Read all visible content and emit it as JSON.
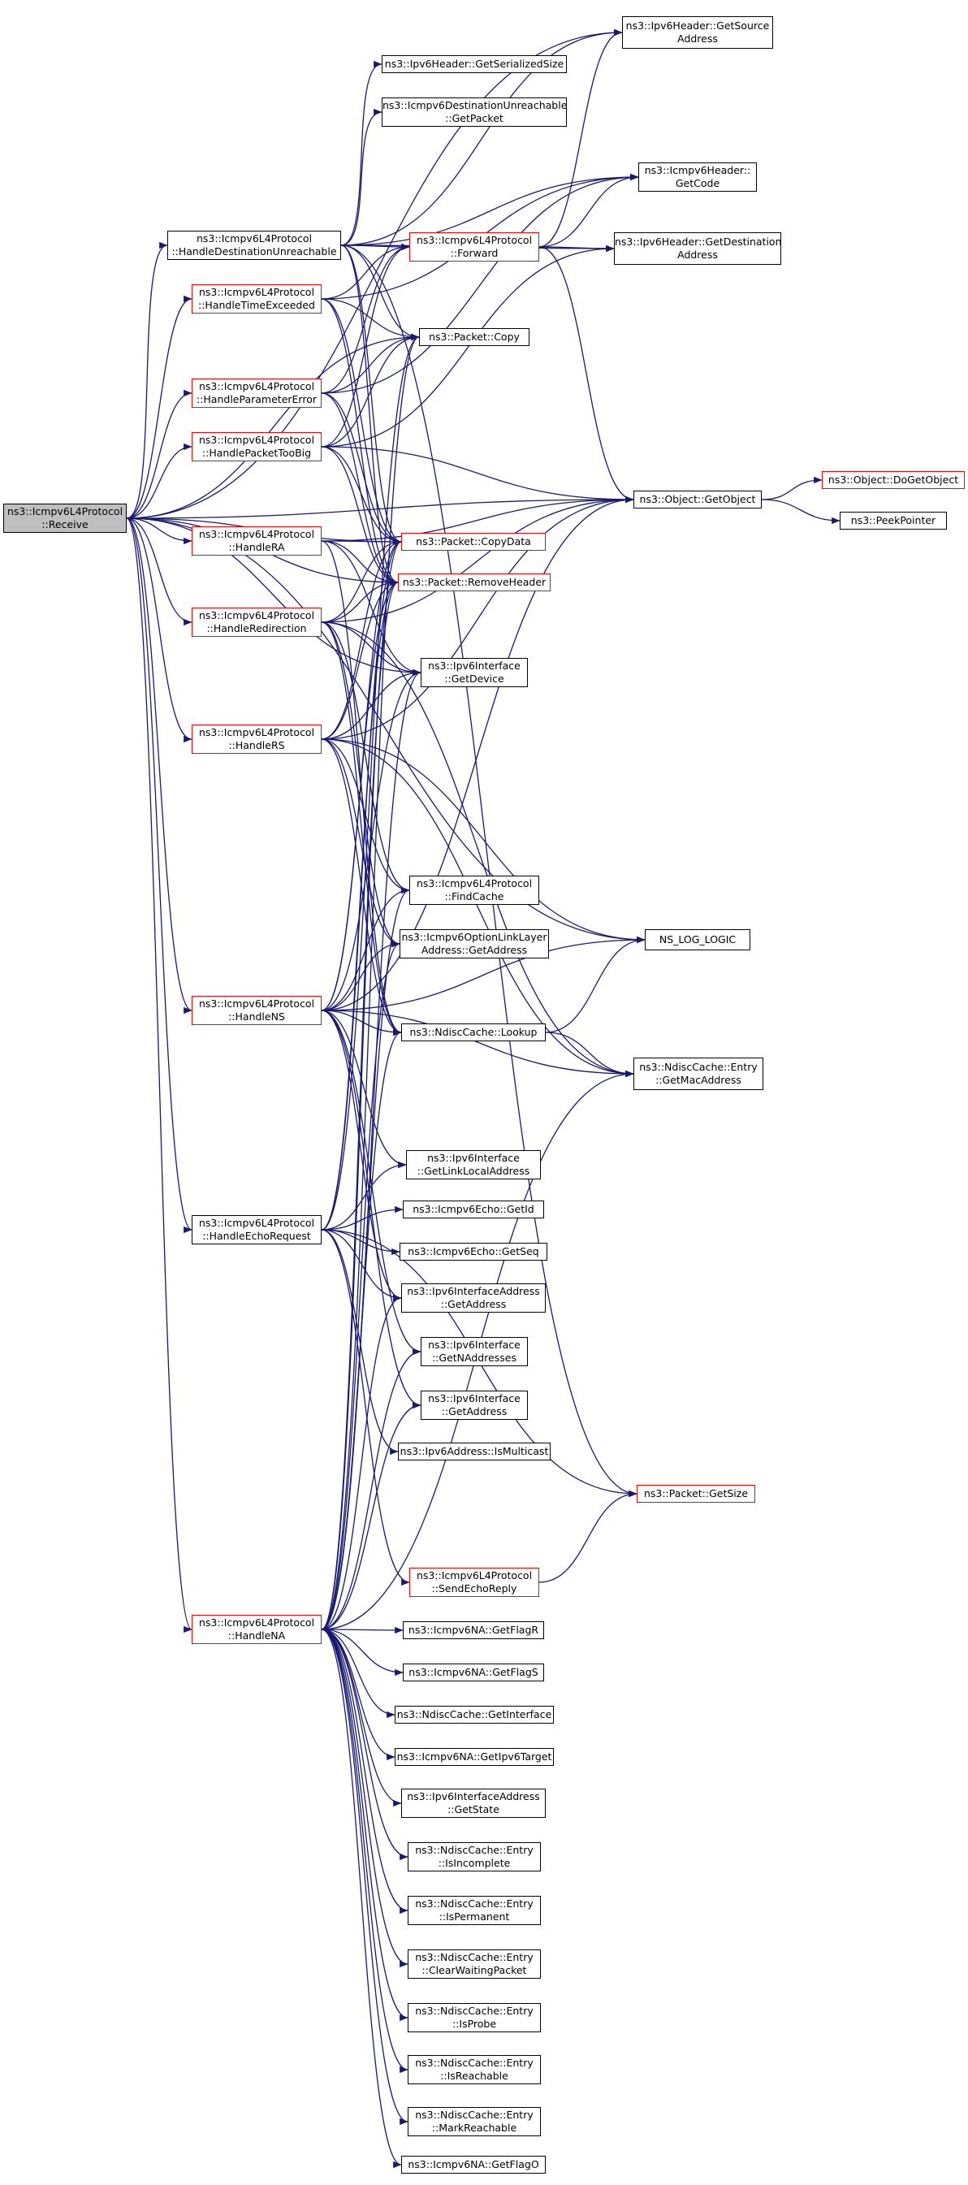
{
  "colors": {
    "edge": "#191970",
    "border": "#000000",
    "border_incomplete": "#ff0000",
    "root_fill": "#bfbfbf"
  },
  "root": "receive",
  "nodes": [
    {
      "id": "receive",
      "lines": [
        "ns3::Icmpv6L4Protocol",
        "::Receive"
      ],
      "style": "root"
    },
    {
      "id": "hdu",
      "lines": [
        "ns3::Icmpv6L4Protocol",
        "::HandleDestinationUnreachable"
      ],
      "style": "black"
    },
    {
      "id": "hte",
      "lines": [
        "ns3::Icmpv6L4Protocol",
        "::HandleTimeExceeded"
      ],
      "style": "red"
    },
    {
      "id": "hpe",
      "lines": [
        "ns3::Icmpv6L4Protocol",
        "::HandleParameterError"
      ],
      "style": "red"
    },
    {
      "id": "hptb",
      "lines": [
        "ns3::Icmpv6L4Protocol",
        "::HandlePacketTooBig"
      ],
      "style": "red"
    },
    {
      "id": "hra",
      "lines": [
        "ns3::Icmpv6L4Protocol",
        "::HandleRA"
      ],
      "style": "red"
    },
    {
      "id": "hred",
      "lines": [
        "ns3::Icmpv6L4Protocol",
        "::HandleRedirection"
      ],
      "style": "red"
    },
    {
      "id": "hrs",
      "lines": [
        "ns3::Icmpv6L4Protocol",
        "::HandleRS"
      ],
      "style": "red"
    },
    {
      "id": "hns",
      "lines": [
        "ns3::Icmpv6L4Protocol",
        "::HandleNS"
      ],
      "style": "red"
    },
    {
      "id": "her",
      "lines": [
        "ns3::Icmpv6L4Protocol",
        "::HandleEchoRequest"
      ],
      "style": "black"
    },
    {
      "id": "hna",
      "lines": [
        "ns3::Icmpv6L4Protocol",
        "::HandleNA"
      ],
      "style": "red"
    },
    {
      "id": "gss",
      "lines": [
        "ns3::Ipv6Header::GetSerializedSize"
      ],
      "style": "black"
    },
    {
      "id": "dugp",
      "lines": [
        "ns3::Icmpv6DestinationUnreachable",
        "::GetPacket"
      ],
      "style": "black"
    },
    {
      "id": "fwd",
      "lines": [
        "ns3::Icmpv6L4Protocol",
        "::Forward"
      ],
      "style": "red"
    },
    {
      "id": "copy",
      "lines": [
        "ns3::Packet::Copy"
      ],
      "style": "black"
    },
    {
      "id": "copydata",
      "lines": [
        "ns3::Packet::CopyData"
      ],
      "style": "red"
    },
    {
      "id": "rmh",
      "lines": [
        "ns3::Packet::RemoveHeader"
      ],
      "style": "red"
    },
    {
      "id": "ifdev",
      "lines": [
        "ns3::Ipv6Interface",
        "::GetDevice"
      ],
      "style": "black"
    },
    {
      "id": "fcache",
      "lines": [
        "ns3::Icmpv6L4Protocol",
        "::FindCache"
      ],
      "style": "black"
    },
    {
      "id": "olladdr",
      "lines": [
        "ns3::Icmpv6OptionLinkLayer",
        "Address::GetAddress"
      ],
      "style": "black"
    },
    {
      "id": "lookup",
      "lines": [
        "ns3::NdiscCache::Lookup"
      ],
      "style": "black"
    },
    {
      "id": "lladdr",
      "lines": [
        "ns3::Ipv6Interface",
        "::GetLinkLocalAddress"
      ],
      "style": "black"
    },
    {
      "id": "echoid",
      "lines": [
        "ns3::Icmpv6Echo::GetId"
      ],
      "style": "black"
    },
    {
      "id": "echoseq",
      "lines": [
        "ns3::Icmpv6Echo::GetSeq"
      ],
      "style": "black"
    },
    {
      "id": "ifaddrga",
      "lines": [
        "ns3::Ipv6InterfaceAddress",
        "::GetAddress"
      ],
      "style": "black"
    },
    {
      "id": "getnaddr",
      "lines": [
        "ns3::Ipv6Interface",
        "::GetNAddresses"
      ],
      "style": "black"
    },
    {
      "id": "ifga",
      "lines": [
        "ns3::Ipv6Interface",
        "::GetAddress"
      ],
      "style": "black"
    },
    {
      "id": "ismc",
      "lines": [
        "ns3::Ipv6Address::IsMulticast"
      ],
      "style": "black"
    },
    {
      "id": "ser",
      "lines": [
        "ns3::Icmpv6L4Protocol",
        "::SendEchoReply"
      ],
      "style": "red"
    },
    {
      "id": "flagr",
      "lines": [
        "ns3::Icmpv6NA::GetFlagR"
      ],
      "style": "black"
    },
    {
      "id": "flags",
      "lines": [
        "ns3::Icmpv6NA::GetFlagS"
      ],
      "style": "black"
    },
    {
      "id": "ndgi",
      "lines": [
        "ns3::NdiscCache::GetInterface"
      ],
      "style": "black"
    },
    {
      "id": "gtarget",
      "lines": [
        "ns3::Icmpv6NA::GetIpv6Target"
      ],
      "style": "black"
    },
    {
      "id": "gstate",
      "lines": [
        "ns3::Ipv6InterfaceAddress",
        "::GetState"
      ],
      "style": "black"
    },
    {
      "id": "isinc",
      "lines": [
        "ns3::NdiscCache::Entry",
        "::IsIncomplete"
      ],
      "style": "black"
    },
    {
      "id": "isperm",
      "lines": [
        "ns3::NdiscCache::Entry",
        "::IsPermanent"
      ],
      "style": "black"
    },
    {
      "id": "clrwait",
      "lines": [
        "ns3::NdiscCache::Entry",
        "::ClearWaitingPacket"
      ],
      "style": "black"
    },
    {
      "id": "isprobe",
      "lines": [
        "ns3::NdiscCache::Entry",
        "::IsProbe"
      ],
      "style": "black"
    },
    {
      "id": "isreach",
      "lines": [
        "ns3::NdiscCache::Entry",
        "::IsReachable"
      ],
      "style": "black"
    },
    {
      "id": "markreach",
      "lines": [
        "ns3::NdiscCache::Entry",
        "::MarkReachable"
      ],
      "style": "black"
    },
    {
      "id": "flago",
      "lines": [
        "ns3::Icmpv6NA::GetFlagO"
      ],
      "style": "black"
    },
    {
      "id": "gsrc",
      "lines": [
        "ns3::Ipv6Header::GetSource",
        "Address"
      ],
      "style": "black"
    },
    {
      "id": "gcode",
      "lines": [
        "ns3::Icmpv6Header::",
        "GetCode"
      ],
      "style": "black"
    },
    {
      "id": "gdst",
      "lines": [
        "ns3::Ipv6Header::GetDestination",
        "Address"
      ],
      "style": "black"
    },
    {
      "id": "gobj",
      "lines": [
        "ns3::Object::GetObject"
      ],
      "style": "black"
    },
    {
      "id": "nslog",
      "lines": [
        "NS_LOG_LOGIC"
      ],
      "style": "black"
    },
    {
      "id": "gmac",
      "lines": [
        "ns3::NdiscCache::Entry",
        "::GetMacAddress"
      ],
      "style": "black"
    },
    {
      "id": "psize",
      "lines": [
        "ns3::Packet::GetSize"
      ],
      "style": "red"
    },
    {
      "id": "dgo",
      "lines": [
        "ns3::Object::DoGetObject"
      ],
      "style": "red"
    },
    {
      "id": "peek",
      "lines": [
        "ns3::PeekPointer"
      ],
      "style": "black"
    }
  ],
  "edges": [
    [
      "receive",
      "hdu"
    ],
    [
      "receive",
      "hte"
    ],
    [
      "receive",
      "hpe"
    ],
    [
      "receive",
      "hptb"
    ],
    [
      "receive",
      "hra"
    ],
    [
      "receive",
      "hred"
    ],
    [
      "receive",
      "hrs"
    ],
    [
      "receive",
      "hns"
    ],
    [
      "receive",
      "her"
    ],
    [
      "receive",
      "hna"
    ],
    [
      "receive",
      "gsrc"
    ],
    [
      "receive",
      "copy"
    ],
    [
      "receive",
      "copydata"
    ],
    [
      "receive",
      "ifdev"
    ],
    [
      "receive",
      "gobj"
    ],
    [
      "receive",
      "nslog"
    ],
    [
      "receive",
      "rmh"
    ],
    [
      "hdu",
      "gss"
    ],
    [
      "hdu",
      "dugp"
    ],
    [
      "hdu",
      "fwd"
    ],
    [
      "hdu",
      "copy"
    ],
    [
      "hdu",
      "copydata"
    ],
    [
      "hdu",
      "rmh"
    ],
    [
      "hdu",
      "gsrc"
    ],
    [
      "hdu",
      "gdst"
    ],
    [
      "hdu",
      "gcode"
    ],
    [
      "hdu",
      "psize"
    ],
    [
      "hte",
      "fwd"
    ],
    [
      "hte",
      "copy"
    ],
    [
      "hte",
      "copydata"
    ],
    [
      "hte",
      "rmh"
    ],
    [
      "hte",
      "gcode"
    ],
    [
      "hpe",
      "fwd"
    ],
    [
      "hpe",
      "copy"
    ],
    [
      "hpe",
      "copydata"
    ],
    [
      "hpe",
      "rmh"
    ],
    [
      "hpe",
      "gcode"
    ],
    [
      "hptb",
      "fwd"
    ],
    [
      "hptb",
      "copy"
    ],
    [
      "hptb",
      "copydata"
    ],
    [
      "hptb",
      "rmh"
    ],
    [
      "hptb",
      "gobj"
    ],
    [
      "hptb",
      "gdst"
    ],
    [
      "fwd",
      "gsrc"
    ],
    [
      "fwd",
      "gcode"
    ],
    [
      "fwd",
      "gdst"
    ],
    [
      "fwd",
      "gobj"
    ],
    [
      "hra",
      "copydata"
    ],
    [
      "hra",
      "rmh"
    ],
    [
      "hra",
      "gobj"
    ],
    [
      "hra",
      "ifdev"
    ],
    [
      "hra",
      "lookup"
    ],
    [
      "hred",
      "copydata"
    ],
    [
      "hred",
      "rmh"
    ],
    [
      "hred",
      "gobj"
    ],
    [
      "hred",
      "ifdev"
    ],
    [
      "hred",
      "fcache"
    ],
    [
      "hred",
      "olladdr"
    ],
    [
      "hred",
      "lookup"
    ],
    [
      "hred",
      "gmac"
    ],
    [
      "hrs",
      "copydata"
    ],
    [
      "hrs",
      "rmh"
    ],
    [
      "hrs",
      "gobj"
    ],
    [
      "hrs",
      "ifdev"
    ],
    [
      "hrs",
      "fcache"
    ],
    [
      "hrs",
      "olladdr"
    ],
    [
      "hrs",
      "lookup"
    ],
    [
      "hrs",
      "nslog"
    ],
    [
      "hrs",
      "gmac"
    ],
    [
      "hns",
      "copydata"
    ],
    [
      "hns",
      "rmh"
    ],
    [
      "hns",
      "gobj"
    ],
    [
      "hns",
      "ifdev"
    ],
    [
      "hns",
      "fcache"
    ],
    [
      "hns",
      "olladdr"
    ],
    [
      "hns",
      "lookup"
    ],
    [
      "hns",
      "lladdr"
    ],
    [
      "hns",
      "ifaddrga"
    ],
    [
      "hns",
      "getnaddr"
    ],
    [
      "hns",
      "ifga"
    ],
    [
      "hns",
      "nslog"
    ],
    [
      "hns",
      "gmac"
    ],
    [
      "her",
      "copy"
    ],
    [
      "her",
      "copydata"
    ],
    [
      "her",
      "rmh"
    ],
    [
      "her",
      "echoid"
    ],
    [
      "her",
      "echoseq"
    ],
    [
      "her",
      "lladdr"
    ],
    [
      "her",
      "ifaddrga"
    ],
    [
      "her",
      "ismc"
    ],
    [
      "her",
      "ser"
    ],
    [
      "her",
      "psize"
    ],
    [
      "ser",
      "psize"
    ],
    [
      "hna",
      "copydata"
    ],
    [
      "hna",
      "rmh"
    ],
    [
      "hna",
      "copy"
    ],
    [
      "hna",
      "ifdev"
    ],
    [
      "hna",
      "fcache"
    ],
    [
      "hna",
      "olladdr"
    ],
    [
      "hna",
      "lookup"
    ],
    [
      "hna",
      "ifaddrga"
    ],
    [
      "hna",
      "getnaddr"
    ],
    [
      "hna",
      "ifga"
    ],
    [
      "hna",
      "gmac"
    ],
    [
      "hna",
      "flagr"
    ],
    [
      "hna",
      "flags"
    ],
    [
      "hna",
      "ndgi"
    ],
    [
      "hna",
      "gtarget"
    ],
    [
      "hna",
      "gstate"
    ],
    [
      "hna",
      "isinc"
    ],
    [
      "hna",
      "isperm"
    ],
    [
      "hna",
      "clrwait"
    ],
    [
      "hna",
      "isprobe"
    ],
    [
      "hna",
      "isreach"
    ],
    [
      "hna",
      "markreach"
    ],
    [
      "hna",
      "flago"
    ],
    [
      "lookup",
      "nslog"
    ],
    [
      "lookup",
      "gmac"
    ],
    [
      "gobj",
      "dgo"
    ],
    [
      "gobj",
      "peek"
    ]
  ]
}
